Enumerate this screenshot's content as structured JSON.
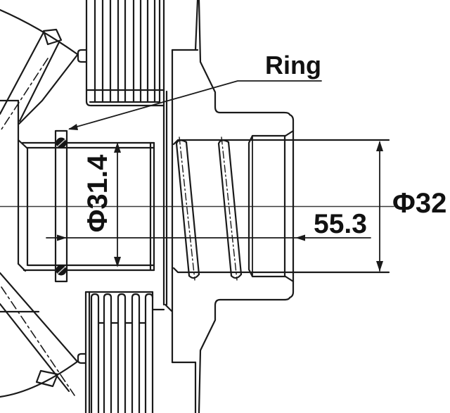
{
  "diagram": {
    "labels": {
      "ring": "Ring",
      "inner_diameter": "Φ31.4",
      "length": "55.3",
      "outer_diameter": "Φ32"
    },
    "colors": {
      "line": "#1a1a1a",
      "background": "#ffffff"
    }
  }
}
